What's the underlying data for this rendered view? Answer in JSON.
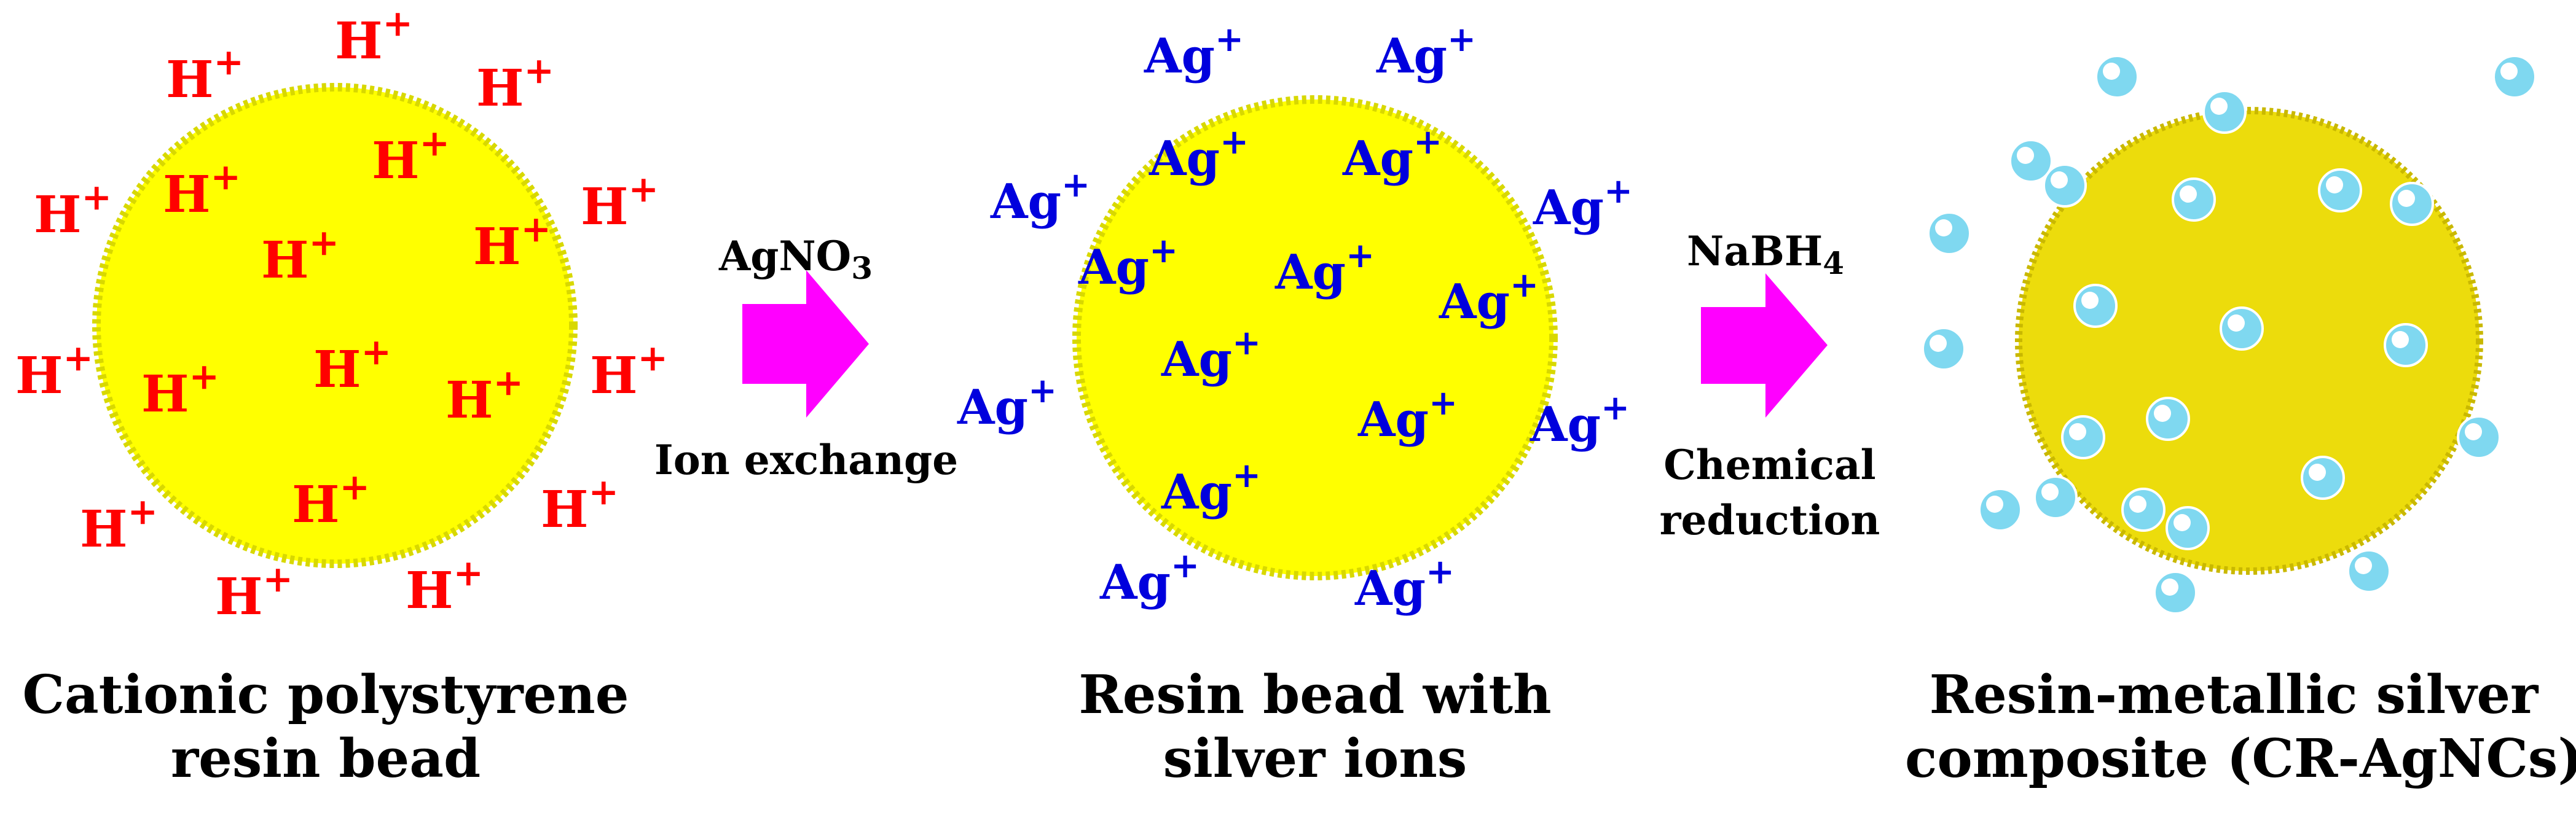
{
  "colors": {
    "bead_fill": "#ffff00",
    "bead_edge": "#d8d800",
    "bead3_fill": "#ecdc0c",
    "bead3_edge": "#c9b800",
    "hydrogen": "#ff0000",
    "silver_ion": "#0000dd",
    "arrow": "#ff00ff",
    "nanoparticle": "#7fd8f0",
    "nanoparticle_highlight": "#ffffff",
    "text": "#000000"
  },
  "stages": [
    {
      "caption_line1": "Cationic polystyrene",
      "caption_line2": "resin bead",
      "ion_symbol": "H",
      "ion_charge": "+"
    },
    {
      "caption_line1": "Resin bead with",
      "caption_line2": "silver ions",
      "ion_symbol": "Ag",
      "ion_charge": "+"
    },
    {
      "caption_line1": "Resin-metallic silver",
      "caption_line2": "composite (CR-AgNCs)"
    }
  ],
  "arrows": [
    {
      "reagent": "AgNO",
      "reagent_subscript": "3",
      "process_line1": "Ion exchange",
      "process_line2": ""
    },
    {
      "reagent": "NaBH",
      "reagent_subscript": "4",
      "process_line1": "Chemical",
      "process_line2": "reduction"
    }
  ]
}
